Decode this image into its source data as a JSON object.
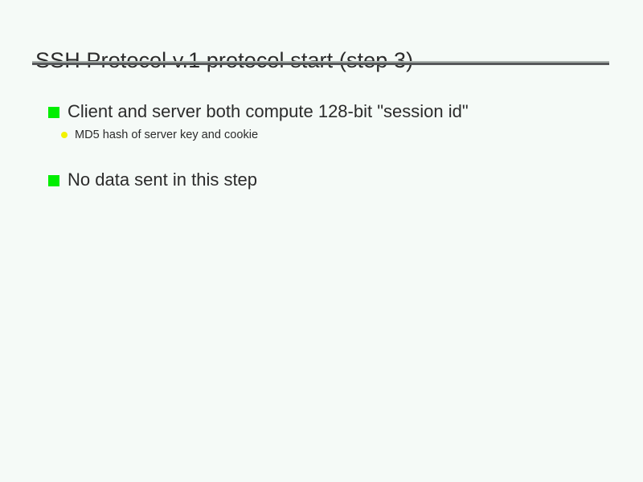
{
  "slide": {
    "title": "SSH Protocol v.1 protocol start (step 3)",
    "background_color": "#f5faf7",
    "text_color": "#2b2b2b",
    "rule": {
      "light_color": "#a8b0ac",
      "dark_color": "#56585a"
    },
    "bullets": [
      {
        "level": 1,
        "marker": "green-square-bullet-icon",
        "marker_color": "#00ee00",
        "text": "Client and server both compute 128-bit \"session id\""
      },
      {
        "level": 2,
        "marker": "yellow-dot-bullet-icon",
        "marker_color": "#f2f200",
        "text": "MD5 hash of server key and cookie"
      },
      {
        "level": 1,
        "marker": "green-square-bullet-icon",
        "marker_color": "#00ee00",
        "text": "No data sent in this step"
      }
    ]
  }
}
